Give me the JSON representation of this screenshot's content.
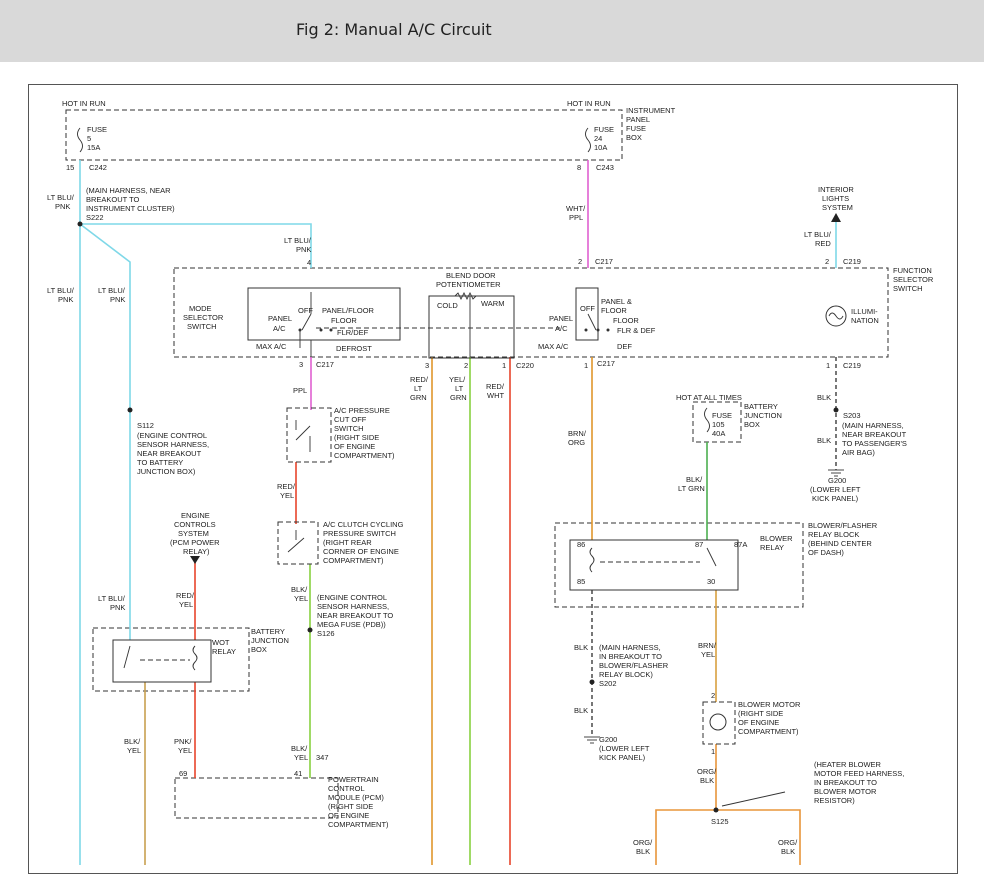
{
  "title": "Fig 2: Manual A/C Circuit",
  "colors": {
    "ltblu_pnk": "#7fd8e8",
    "wht_ppl": "#e060d0",
    "brn_org": "#e0962c",
    "blk": "#555555",
    "red": "#e8452c",
    "yel_ltgrn": "#88d040",
    "blk_ltgrn": "#4caf50",
    "blk_yel": "#c8a050",
    "brn_yel": "#d9a040",
    "org_blk": "#e8953a"
  },
  "labels": {
    "hot_in_run_1": "HOT IN RUN",
    "hot_in_run_2": "HOT IN RUN",
    "fuse5_a": "FUSE",
    "fuse5_b": "5",
    "fuse5_c": "15A",
    "fuse24_a": "FUSE",
    "fuse24_b": "24",
    "fuse24_c": "10A",
    "ipfb_1": "INSTRUMENT",
    "ipfb_2": "PANEL",
    "ipfb_3": "FUSE",
    "ipfb_4": "BOX",
    "pin15": "15",
    "c242": "C242",
    "pin8": "8",
    "c243": "C243",
    "ltblu_1a": "LT BLU/",
    "ltblu_1b": "PNK",
    "s222_n1": "(MAIN HARNESS, NEAR",
    "s222_n2": "BREAKOUT TO",
    "s222_n3": "INSTRUMENT CLUSTER)",
    "s222": "S222",
    "whtppl_a": "WHT/",
    "whtppl_b": "PPL",
    "interior_1": "INTERIOR",
    "interior_2": "LIGHTS",
    "interior_3": "SYSTEM",
    "ltblured_a": "LT BLU/",
    "ltblured_b": "RED",
    "ltblu_2a": "LT BLU/",
    "ltblu_2b": "PNK",
    "pin4": "4",
    "pin2a": "2",
    "c217a": "C217",
    "pin2b": "2",
    "c219a": "C219",
    "fss_1": "FUNCTION",
    "fss_2": "SELECTOR",
    "fss_3": "SWITCH",
    "blend_1": "BLEND DOOR",
    "blend_2": "POTENTIOMETER",
    "cold": "COLD",
    "warm": "WARM",
    "mode_1": "MODE",
    "mode_2": "SELECTOR",
    "mode_3": "SWITCH",
    "m_off": "OFF",
    "m_panelfloor": "PANEL/FLOOR",
    "m_panel": "PANEL",
    "m_floor": "FLOOR",
    "m_ac": "A/C",
    "m_flrdef": "FLR/DEF",
    "m_maxac": "MAX A/C",
    "m_defrost": "DEFROST",
    "f_off": "OFF",
    "f_panel_amp": "PANEL &",
    "f_floor": "FLOOR",
    "f_panel": "PANEL",
    "f_floor2": "FLOOR",
    "f_ac": "A/C",
    "f_flrdef": "FLR & DEF",
    "f_maxac": "MAX A/C",
    "f_def": "DEF",
    "illum_1": "ILLUMI-",
    "illum_2": "NATION",
    "pin3": "3",
    "c217b": "C217",
    "pin3b": "3",
    "pin2c": "2",
    "pin1a": "1",
    "c220": "C220",
    "pin1b": "1",
    "c217c": "C217",
    "pin1c": "1",
    "c219b": "C219",
    "ltblu_3a": "LT BLU/",
    "ltblu_3b": "PNK",
    "ltblu_4a": "LT BLU/",
    "ltblu_4b": "PNK",
    "ppl": "PPL",
    "redltgrn_a": "RED/",
    "redltgrn_b": "LT",
    "redltgrn_c": "GRN",
    "yelltgrn_a": "YEL/",
    "yelltgrn_b": "LT",
    "yelltgrn_c": "GRN",
    "redwht_a": "RED/",
    "redwht_b": "WHT",
    "hot_all": "HOT AT ALL TIMES",
    "fuse105_a": "FUSE",
    "fuse105_b": "105",
    "fuse105_c": "40A",
    "bjb_1": "BATTERY",
    "bjb_2": "JUNCTION",
    "bjb_3": "BOX",
    "blk_1": "BLK",
    "s203": "S203",
    "s203_n1": "(MAIN HARNESS,",
    "s203_n2": "NEAR BREAKOUT",
    "s203_n3": "TO PASSENGER'S",
    "s203_n4": "AIR BAG)",
    "blk_2": "BLK",
    "g200a": "G200",
    "g200a_n1": "(LOWER LEFT",
    "g200a_n2": "KICK PANEL)",
    "acp_1": "A/C PRESSURE",
    "acp_2": "CUT OFF",
    "acp_3": "SWITCH",
    "acp_4": "(RIGHT SIDE",
    "acp_5": "OF ENGINE",
    "acp_6": "COMPARTMENT)",
    "s112": "S112",
    "s112_n1": "(ENGINE CONTROL",
    "s112_n2": "SENSOR HARNESS,",
    "s112_n3": "NEAR BREAKOUT",
    "s112_n4": "TO BATTERY",
    "s112_n5": "JUNCTION BOX)",
    "brnorg_a": "BRN/",
    "brnorg_b": "ORG",
    "blkltgrn_a": "BLK/",
    "blkltgrn_b": "LT GRN",
    "redyel_a": "RED/",
    "redyel_b": "YEL",
    "ecs_1": "ENGINE",
    "ecs_2": "CONTROLS",
    "ecs_3": "SYSTEM",
    "ecs_4": "(PCM POWER",
    "ecs_5": "RELAY)",
    "acc_1": "A/C CLUTCH CYCLING",
    "acc_2": "PRESSURE SWITCH",
    "acc_3": "(RIGHT REAR",
    "acc_4": "CORNER OF ENGINE",
    "acc_5": "COMPARTMENT)",
    "bfr_1": "BLOWER/FLASHER",
    "bfr_2": "RELAY BLOCK",
    "bfr_3": "(BEHIND CENTER",
    "bfr_4": "OF DASH)",
    "p86": "86",
    "p87": "87",
    "p87a": "87A",
    "p85": "85",
    "p30": "30",
    "blower_relay_1": "BLOWER",
    "blower_relay_2": "RELAY",
    "ltblu_5a": "LT BLU/",
    "ltblu_5b": "PNK",
    "redyel2_a": "RED/",
    "redyel2_b": "YEL",
    "blkyel_a": "BLK/",
    "blkyel_b": "YEL",
    "s126_n1": "(ENGINE CONTROL",
    "s126_n2": "SENSOR HARNESS,",
    "s126_n3": "NEAR BREAKOUT TO",
    "s126_n4": "MEGA FUSE (PDB))",
    "s126": "S126",
    "wot_1": "WOT",
    "wot_2": "RELAY",
    "bjb2_1": "BATTERY",
    "bjb2_2": "JUNCTION",
    "bjb2_3": "BOX",
    "blk_3": "BLK",
    "s202_n1": "(MAIN HARNESS,",
    "s202_n2": "IN BREAKOUT TO",
    "s202_n3": "BLOWER/FLASHER",
    "s202_n4": "RELAY BLOCK)",
    "s202": "S202",
    "brnyel_a": "BRN/",
    "brnyel_b": "YEL",
    "blk_4": "BLK",
    "g200b": "G200",
    "g200b_n1": "(LOWER LEFT",
    "g200b_n2": "KICK PANEL)",
    "p2": "2",
    "bm_1": "BLOWER MOTOR",
    "bm_2": "(RIGHT SIDE",
    "bm_3": "OF ENGINE",
    "bm_4": "COMPARTMENT)",
    "p1": "1",
    "blkyel2_a": "BLK/",
    "blkyel2_b": "YEL",
    "pnkyel_a": "PNK/",
    "pnkyel_b": "YEL",
    "blkyel3_a": "BLK/",
    "blkyel3_b": "YEL",
    "p347": "347",
    "orgblk_a": "ORG/",
    "orgblk_b": "BLK",
    "hb_1": "(HEATER BLOWER",
    "hb_2": "MOTOR FEED HARNESS,",
    "hb_3": "IN BREAKOUT TO",
    "hb_4": "BLOWER MOTOR",
    "hb_5": "RESISTOR)",
    "p69": "69",
    "p41": "41",
    "pcm_1": "POWERTRAIN",
    "pcm_2": "CONTROL",
    "pcm_3": "MODULE (PCM)",
    "pcm_4": "(RIGHT SIDE",
    "pcm_5": "OF ENGINE",
    "pcm_6": "COMPARTMENT)",
    "s125": "S125",
    "orgblk2_a": "ORG/",
    "orgblk2_b": "BLK",
    "orgblk3_a": "ORG/",
    "orgblk3_b": "BLK"
  }
}
